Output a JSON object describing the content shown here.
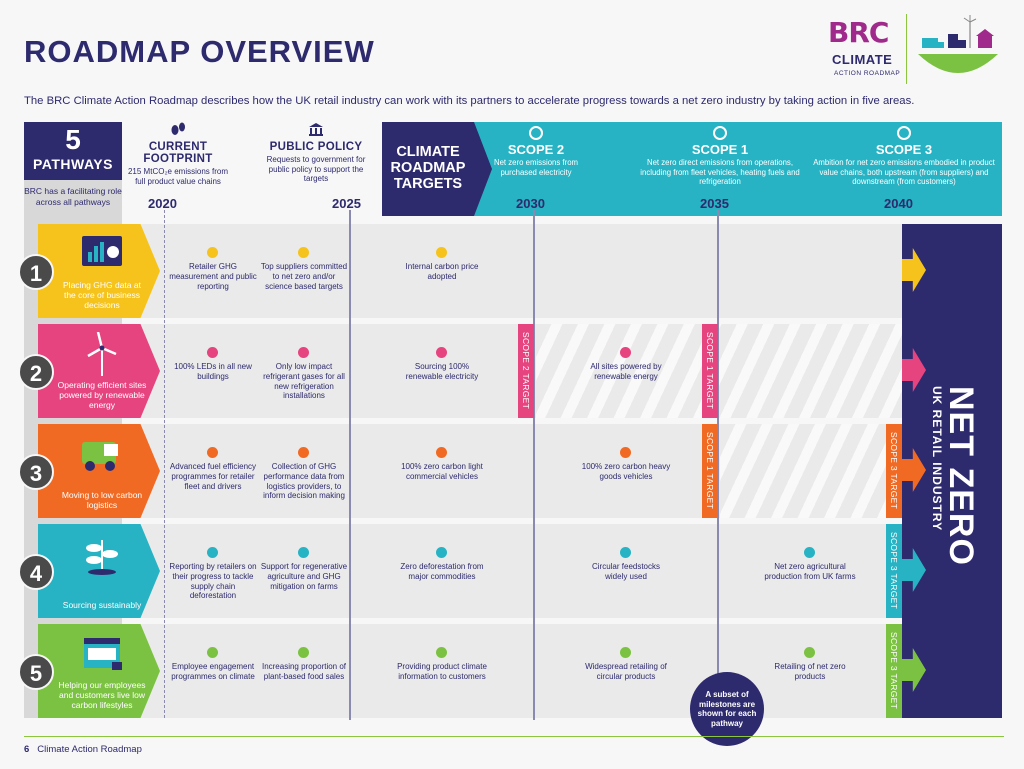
{
  "page": {
    "title": "ROADMAP OVERVIEW",
    "intro": "The BRC Climate Action Roadmap describes how the UK retail industry can work with its partners to accelerate progress towards a net zero industry by taking action in five areas."
  },
  "logo": {
    "brand": "BRC",
    "name": "CLIMATE",
    "sub": "ACTION ROADMAP"
  },
  "left": {
    "num": "5",
    "label": "PATHWAYS",
    "note": "BRC has a facilitating role across all pathways"
  },
  "header": {
    "current": {
      "title": "CURRENT FOOTPRINT",
      "desc": "215 MtCO₂e emissions from full product value chains"
    },
    "policy": {
      "title": "PUBLIC POLICY",
      "desc": "Requests to government for public policy to support the targets"
    },
    "targets": "CLIMATE ROADMAP TARGETS",
    "scope2": {
      "title": "SCOPE 2",
      "desc": "Net zero emissions from purchased electricity"
    },
    "scope1": {
      "title": "SCOPE 1",
      "desc": "Net zero direct emissions from operations, including from fleet vehicles, heating fuels and refrigeration"
    },
    "scope3": {
      "title": "SCOPE 3",
      "desc": "Ambition for net zero emissions embodied in product value chains, both upstream (from suppliers) and downstream (from customers)"
    }
  },
  "years": [
    "2020",
    "2025",
    "2030",
    "2035",
    "2040"
  ],
  "pathways": [
    {
      "num": "1",
      "label": "Placing GHG data at the core of business decisions",
      "color": "#f5c31c",
      "c1": "Retailer GHG measurement and public reporting",
      "c2": "Top suppliers committed to net zero and/or science based targets",
      "c3": "Internal carbon price adopted",
      "c4": "",
      "c5": ""
    },
    {
      "num": "2",
      "label": "Operating efficient sites powered by renewable energy",
      "color": "#e6447f",
      "c1": "100% LEDs in all new buildings",
      "c2": "Only low impact refrigerant gases for all new refrigeration installations",
      "c3": "Sourcing 100% renewable electricity",
      "c4": "All sites powered by renewable energy",
      "c5": ""
    },
    {
      "num": "3",
      "label": "Moving to low carbon logistics",
      "color": "#f06a24",
      "c1": "Advanced fuel efficiency programmes for retailer fleet and drivers",
      "c2": "Collection of GHG performance data from logistics providers, to inform decision making",
      "c3": "100% zero carbon light commercial vehicles",
      "c4": "100% zero carbon heavy goods vehicles",
      "c5": ""
    },
    {
      "num": "4",
      "label": "Sourcing sustainably",
      "color": "#27b3c4",
      "c1": "Reporting by retailers on their progress to tackle supply chain deforestation",
      "c2": "Support for regenerative agriculture and GHG mitigation on farms",
      "c3": "Zero deforestation from major commodities",
      "c4": "Circular feedstocks widely used",
      "c5": "Net zero agricultural production from UK farms"
    },
    {
      "num": "5",
      "label": "Helping our employees and customers live low carbon lifestyles",
      "color": "#7cc242",
      "c1": "Employee engagement programmes on climate",
      "c2": "Increasing proportion of plant-based food sales",
      "c3": "Providing product climate information to customers",
      "c4": "Widespread retailing of circular products",
      "c5": "Retailing of net zero products"
    }
  ],
  "targets": {
    "scope2": "SCOPE 2 TARGET",
    "scope1": "SCOPE 1 TARGET",
    "scope3": "SCOPE 3 TARGET"
  },
  "netzero": {
    "title": "NET ZERO",
    "sub": "UK RETAIL INDUSTRY"
  },
  "subset_note": "A subset of milestones are shown for each pathway",
  "footer": {
    "page": "6",
    "doc": "Climate Action Roadmap"
  },
  "colors": {
    "navy": "#2d2a6e",
    "teal": "#27b3c4",
    "pink": "#e6447f",
    "orange": "#f06a24",
    "green": "#7cc242",
    "yellow": "#f5c31c"
  }
}
